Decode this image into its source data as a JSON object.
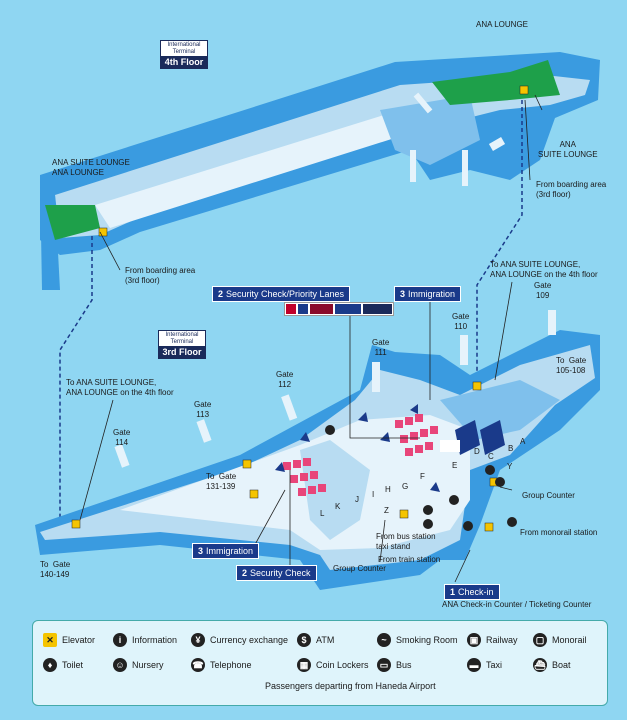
{
  "floors": {
    "fourth": {
      "terminal": "International Terminal",
      "floor": "4th Floor"
    },
    "third": {
      "terminal": "International Terminal",
      "floor": "3rd Floor"
    }
  },
  "lounges": {
    "top_right": "ANA LOUNGE",
    "right_suite": "ANA\nSUITE LOUNGE",
    "left": "ANA SUITE LOUNGE\nANA LOUNGE"
  },
  "notes": {
    "from_boarding_right": "From boarding area\n(3rd floor)",
    "from_boarding_left": "From boarding area\n(3rd floor)",
    "to_suite_right": "To ANA SUITE LOUNGE,\nANA LOUNGE on the 4th floor",
    "to_suite_left": "To ANA SUITE LOUNGE,\nANA LOUNGE on the 4th floor"
  },
  "gates": {
    "g109": "Gate\n109",
    "g110": "Gate\n110",
    "g111": "Gate\n111",
    "g112": "Gate\n112",
    "g113": "Gate\n113",
    "g114": "Gate\n114",
    "g105": "To  Gate\n105-108",
    "g131": "To  Gate\n131-139",
    "g140": "To  Gate\n140-149"
  },
  "steps": {
    "security_priority": {
      "num": "2",
      "text": "Security Check/Priority Lanes"
    },
    "immigration_top": {
      "num": "3",
      "text": "Immigration"
    },
    "immigration_bottom": {
      "num": "3",
      "text": "Immigration"
    },
    "security_bottom": {
      "num": "2",
      "text": "Security Check"
    },
    "checkin": {
      "num": "1",
      "text": "Check-in"
    }
  },
  "places": {
    "group_counter_right": "Group Counter",
    "group_counter_bottom": "Group Counter",
    "monorail_station": "From monorail station",
    "bus_station": "From bus station\ntaxi stand",
    "train_station": "From train station",
    "checkin_counter": "ANA Check-in Counter / Ticketing Counter"
  },
  "counters": [
    "A",
    "B",
    "C",
    "D",
    "E",
    "F",
    "G",
    "H",
    "I",
    "J",
    "K",
    "L",
    "Y",
    "Z"
  ],
  "legend": {
    "elevator": "Elevator",
    "information": "Information",
    "currency": "Currency exchange",
    "atm": "ATM",
    "smoking": "Smoking Room",
    "railway": "Railway",
    "monorail": "Monorail",
    "toilet": "Toilet",
    "nursery": "Nursery",
    "telephone": "Telephone",
    "lockers": "Coin Lockers",
    "bus": "Bus",
    "taxi": "Taxi",
    "boat": "Boat",
    "passengers": "Passengers departing from Haneda Airport"
  },
  "colors": {
    "background": "#8fd6f2",
    "building": "#3a9be0",
    "floor_light": "#e6f3fb",
    "lounge": "#1ea04a",
    "step_badge": "#1a3a8a",
    "security_gate": "#e8457a",
    "elevator": "#f5c400"
  }
}
